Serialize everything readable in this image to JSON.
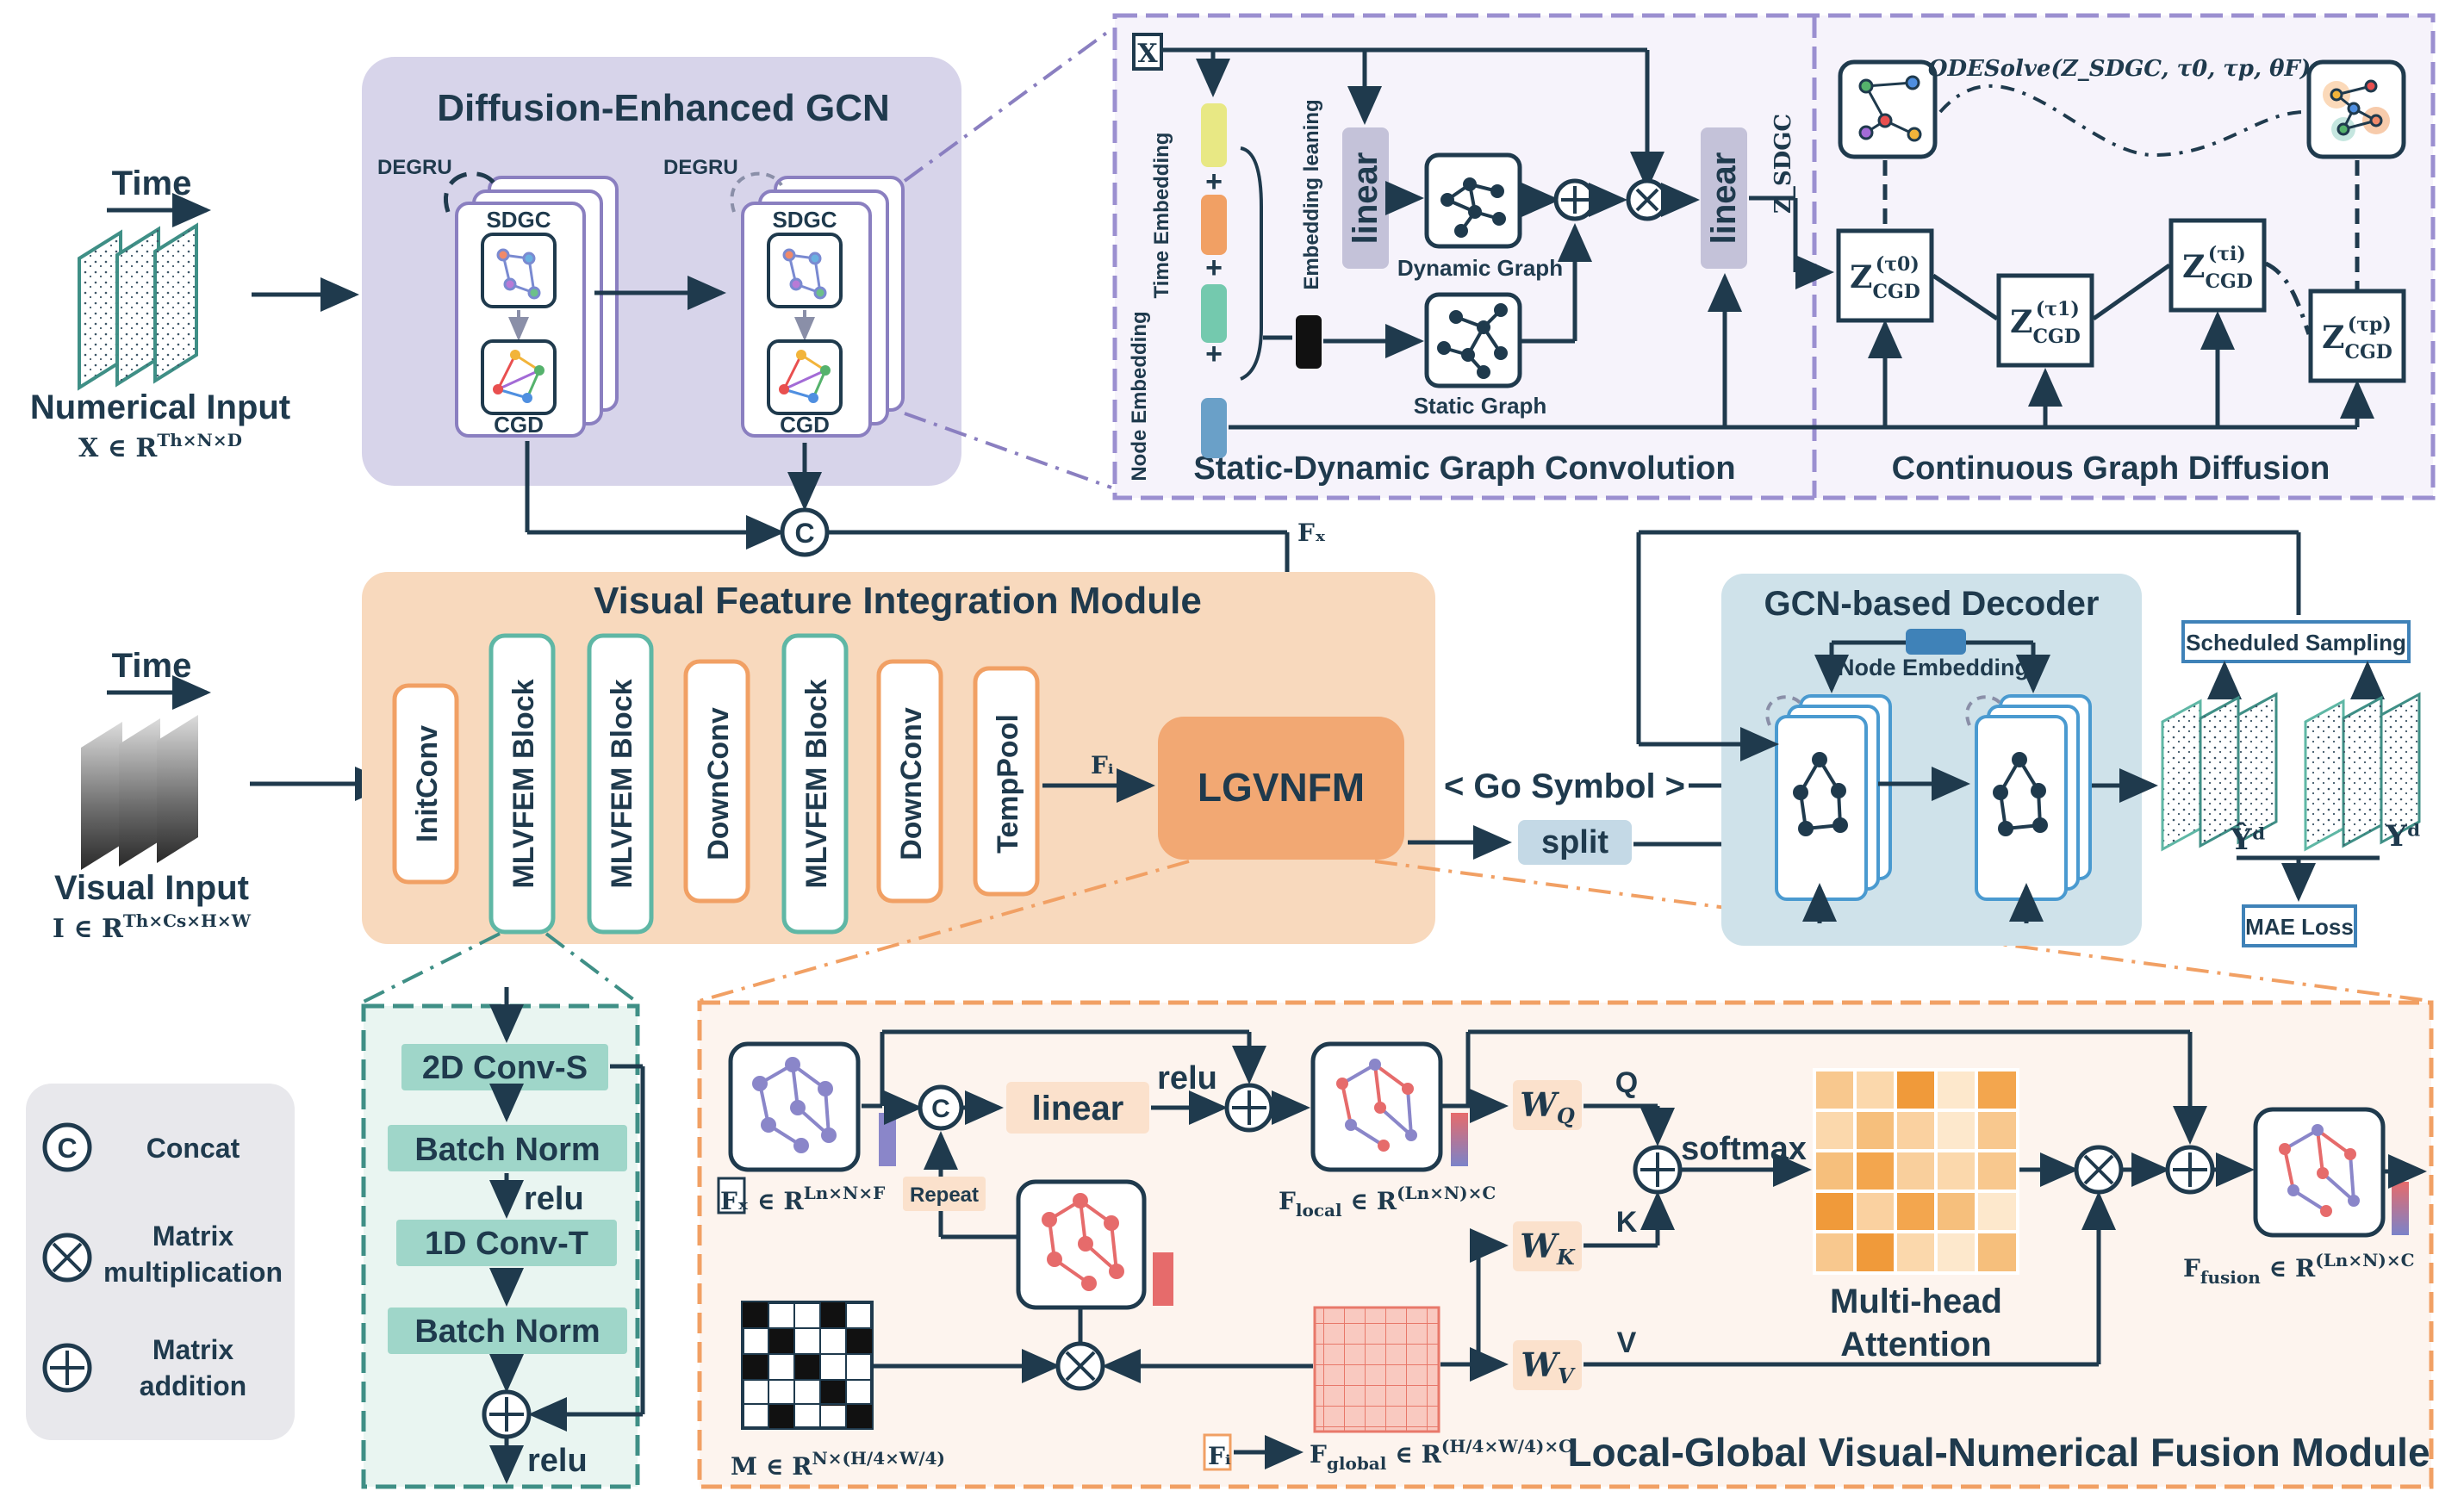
{
  "time_label": "Time",
  "numerical_input": {
    "title": "Numerical Input",
    "formula": "X ∈ R^{Th×N×D}"
  },
  "visual_input": {
    "title": "Visual Input",
    "formula": "I ∈ R^{Th×Cs×H×W}"
  },
  "degcn": {
    "title": "Diffusion-Enhanced GCN",
    "degru": "DEGRU",
    "sdgc": "SDGC",
    "cgd": "CGD"
  },
  "concat_symbol": "C",
  "fx_label": "Fₓ",
  "fi_label": "Fᵢ",
  "sdgc_panel": {
    "title": "Static-Dynamic Graph Convolution",
    "x_label": "X",
    "time_embedding": "Time Embedding",
    "node_embedding": "Node Embedding",
    "embedding_learning": "Embedding leaning",
    "linear": "linear",
    "dynamic_graph": "Dynamic Graph",
    "static_graph": "Static Graph",
    "z_sdgc": "Z_SDGC"
  },
  "cgd_panel": {
    "title": "Continuous Graph Diffusion",
    "ode": "ODESolve(Z_SDGC, τ0, τp, θF)",
    "z0": "Z_CGD^(τ0)",
    "z1": "Z_CGD^(τ1)",
    "zi": "Z_CGD^(τi)",
    "zp": "Z_CGD^(τp)"
  },
  "vfim": {
    "title": "Visual Feature Integration Module",
    "blocks": [
      "InitConv",
      "MLVFEM Block",
      "MLVFEM Block",
      "DownConv",
      "MLVFEM Block",
      "DownConv",
      "TempPool"
    ]
  },
  "lgvnfm": "LGVNFM",
  "go_symbol": "< Go Symbol >",
  "split": "split",
  "decoder": {
    "title": "GCN-based Decoder",
    "node_embedding": "Node Embedding"
  },
  "scheduled_sampling": "Scheduled Sampling",
  "y_hat": "Ŷᵈ",
  "y": "Yᵈ",
  "mae_loss": "MAE Loss",
  "mlvfem_detail": [
    "2D Conv-S",
    "Batch Norm",
    "relu",
    "1D Conv-T",
    "Batch Norm",
    "relu"
  ],
  "legend": [
    {
      "symbol": "C",
      "label": "Concat"
    },
    {
      "symbol": "⊗",
      "label": "Matrix multiplication"
    },
    {
      "symbol": "⊕",
      "label": "Matrix addition"
    }
  ],
  "fusion": {
    "title": "Local-Global Visual-Numerical Fusion Module",
    "fx_formula": "Fₓ ∈ R^{Ln×N×F}",
    "linear": "linear",
    "relu": "relu",
    "repeat": "Repeat",
    "f_local": "F_local ∈ R^{(Ln×N)×C}",
    "wq": "W_Q",
    "wk": "W_K",
    "wv": "W_V",
    "q": "Q",
    "k": "K",
    "v": "V",
    "softmax": "softmax",
    "mha_1": "Multi-head",
    "mha_2": "Attention",
    "f_fusion": "F_fusion ∈ R^{(Ln×N)×C}",
    "m_formula": "M ∈ R^{N×(H/4×W/4)}",
    "fi_label": "Fᵢ",
    "f_global": "F_global ∈ R^{(H/4×W/4)×C}"
  },
  "colors": {
    "navy": "#1f3a4d",
    "degcn_bg": "#d7d4ea",
    "vfim_bg": "#f8d9bd",
    "decoder_bg": "#cfe2ea",
    "fusion_bg": "#fdf4ee",
    "mlvfem_bg": "#e9f5f1",
    "lgvnfm": "#f2a873",
    "teal": "#9fd6c9",
    "peach": "#fbe1cc"
  }
}
